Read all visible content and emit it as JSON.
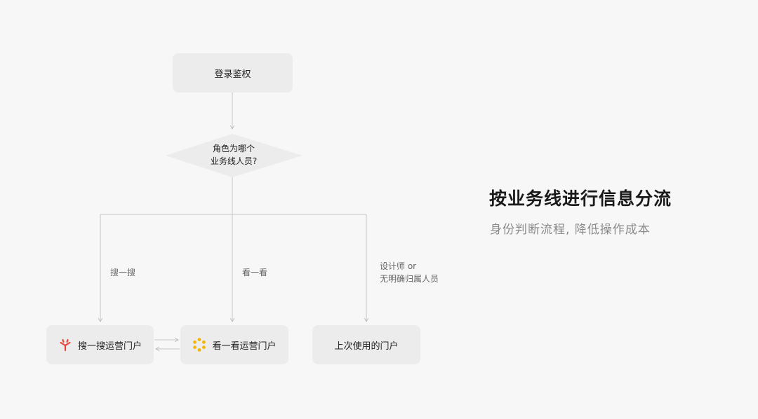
{
  "flow": {
    "login": "登录鉴权",
    "decision_line1": "角色为哪个",
    "decision_line2": "业务线人员?",
    "branch_search": "搜一搜",
    "branch_look": "看一看",
    "branch_designer_line1": "设计师 or",
    "branch_designer_line2": "无明确归属人员",
    "portal_search": "搜一搜运营门户",
    "portal_look": "看一看运营门户",
    "portal_last": "上次使用的门户"
  },
  "aside": {
    "title": "按业务线进行信息分流",
    "subtitle": "身份判断流程, 降低操作成本"
  },
  "icons": {
    "search_portal": "red-sparkle-icon",
    "look_portal": "yellow-hexagon-icon"
  },
  "colors": {
    "background": "#f7f7f7",
    "node_fill": "#ececec",
    "connector": "#c4c4c4",
    "search_icon": "#e8453c",
    "look_icon": "#f2b705"
  }
}
